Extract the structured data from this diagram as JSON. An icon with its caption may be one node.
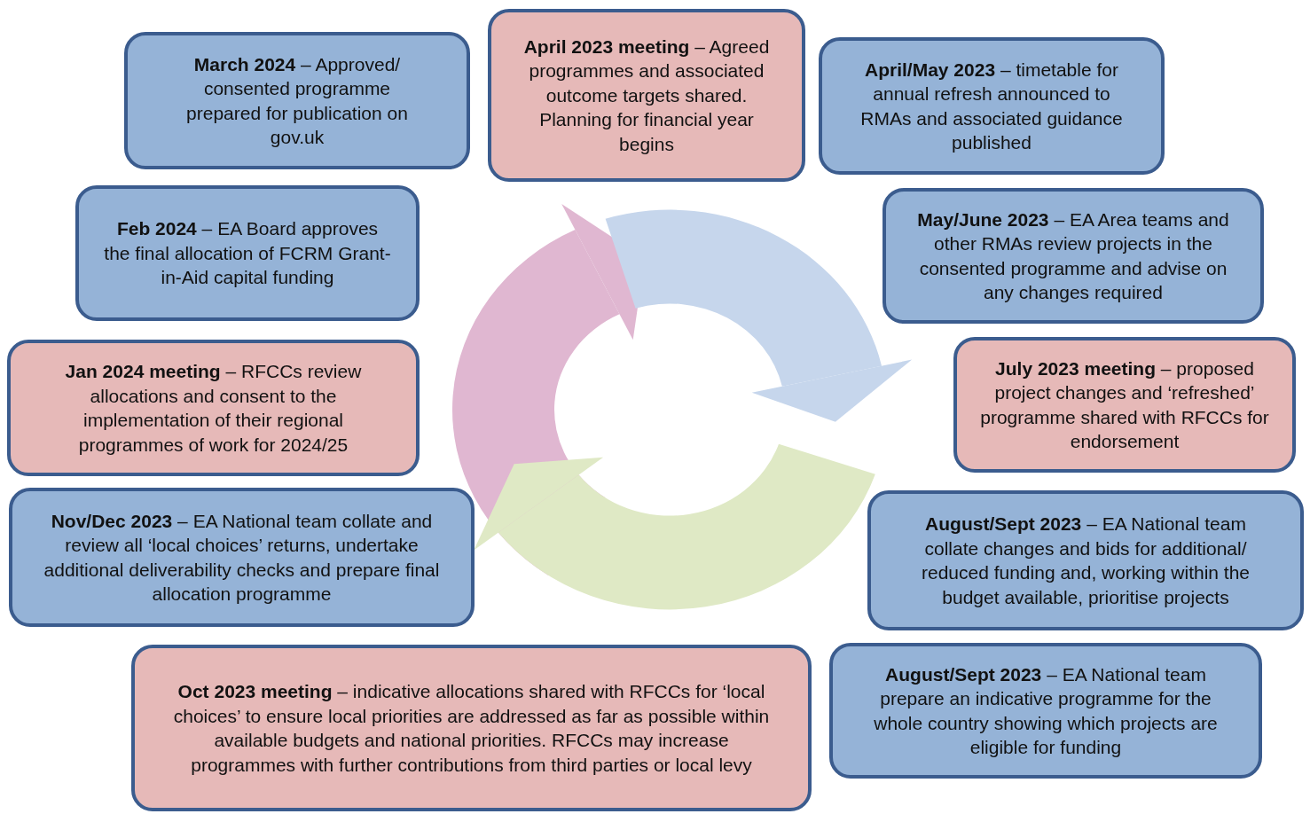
{
  "diagram": {
    "nodes": [
      {
        "text": [
          "**March 2024** – Approved/ consented programme prepared for publication on gov.uk"
        ]
      },
      {
        "text": [
          "**April 2023 meeting** – Agreed programmes and associated outcome targets shared. Planning for financial year begins"
        ]
      },
      {
        "text": [
          "**April/May 2023** – timetable for annual refresh announced to RMAs and associated guidance published"
        ]
      },
      {
        "text": [
          "**Feb 2024** – EA Board approves the final allocation of FCRM Grant-in-Aid capital funding"
        ]
      },
      {
        "text": [
          "**May/June 2023** – EA Area teams and other RMAs review projects in the consented programme and advise on any changes required"
        ]
      },
      {
        "text": [
          "**Jan 2024 meeting** – RFCCs review allocations and consent to the implementation of their regional programmes of work for 2024/25"
        ]
      },
      {
        "text": [
          "**July 2023 meeting** – proposed project changes and ‘refreshed’ programme shared with RFCCs for endorsement"
        ]
      },
      {
        "text": [
          "**Nov/Dec 2023** – EA National team collate and review all ‘local choices’ returns, undertake additional deliverability checks and prepare final allocation programme"
        ]
      },
      {
        "text": [
          "**August/Sept 2023** – EA National team collate changes and bids for additional/ reduced funding and, working within the budget available, prioritise projects"
        ]
      },
      {
        "text": [
          "**Oct 2023 meeting** – indicative allocations shared with RFCCs for ‘local choices’ to ensure local priorities are addressed as far as possible within available budgets and national priorities. RFCCs may increase programmes with further contributions from third parties or local levy"
        ]
      },
      {
        "text": [
          "**August/Sept 2023** – EA National team prepare an indicative programme for the whole country showing which projects are eligible for funding"
        ]
      }
    ]
  }
}
